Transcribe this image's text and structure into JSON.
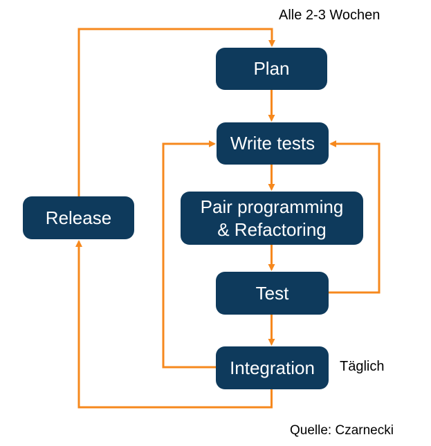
{
  "colors": {
    "background": "#ffffff",
    "box_fill": "#0e3a5c",
    "box_text": "#ffffff",
    "arrow": "#f6881d",
    "annotation_text": "#000000"
  },
  "nodes": {
    "plan": {
      "label": "Plan"
    },
    "write_tests": {
      "label": "Write tests"
    },
    "pair_programming": {
      "label_line1": "Pair programming",
      "label_line2": "& Refactoring"
    },
    "test": {
      "label": "Test"
    },
    "integration": {
      "label": "Integration"
    },
    "release": {
      "label": "Release"
    }
  },
  "annotations": {
    "cycle_note": "Alle 2-3 Wochen",
    "daily_note": "Täglich",
    "source_note": "Quelle: Czarnecki"
  },
  "edges": [
    {
      "from": "Plan",
      "to": "Write tests"
    },
    {
      "from": "Write tests",
      "to": "Pair programming & Refactoring"
    },
    {
      "from": "Pair programming & Refactoring",
      "to": "Test"
    },
    {
      "from": "Test",
      "to": "Integration"
    },
    {
      "from": "Test",
      "to": "Write tests"
    },
    {
      "from": "Integration",
      "to": "Write tests"
    },
    {
      "from": "Integration",
      "to": "Release"
    },
    {
      "from": "Release",
      "to": "Plan"
    }
  ]
}
